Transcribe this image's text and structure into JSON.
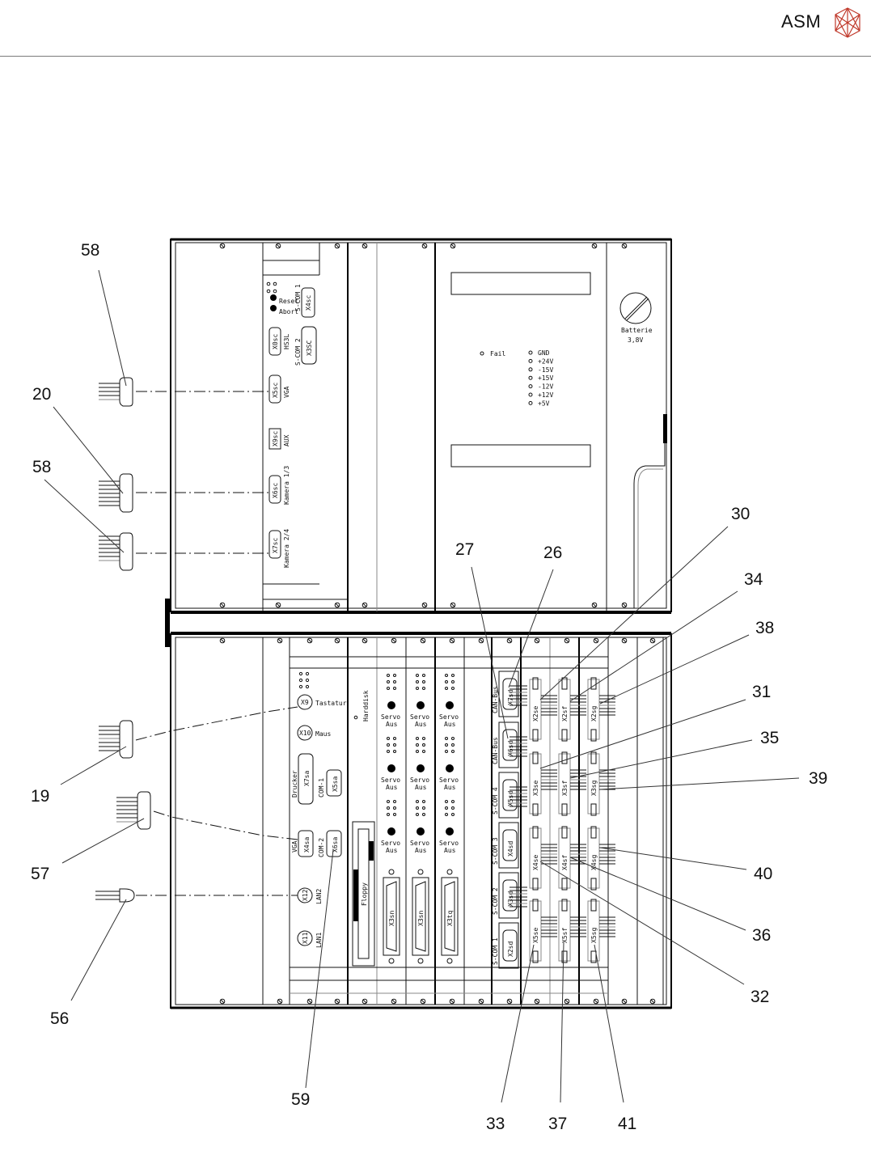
{
  "header": {
    "brand": "ASM",
    "accent_color": "#c0392b",
    "rule_color": "#7a7a7a"
  },
  "upper_rack": {
    "cpu_panel": {
      "leds_label": "",
      "reset_label": "Reset",
      "abort_label": "Abort",
      "connectors": [
        {
          "id": "X4sc",
          "label": "S-COM 1"
        },
        {
          "id": "X0sc",
          "label": "HS3L"
        },
        {
          "id": "X3SC",
          "label": "S-COM 2"
        },
        {
          "id": "X5sc",
          "label": "VGA"
        },
        {
          "id": "X9sc",
          "label": "AUX"
        },
        {
          "id": "X6sc",
          "label": "Kamera 1/3"
        },
        {
          "id": "X7sc",
          "label": "Kamera 2/4"
        }
      ]
    },
    "power_supply": {
      "fail_label": "Fail",
      "voltages": [
        "GND",
        "+24V",
        "-15V",
        "+15V",
        "-12V",
        "+12V",
        "+5V"
      ]
    },
    "battery": {
      "label": "Batterie",
      "voltage": "3,8V"
    }
  },
  "lower_rack": {
    "io_panel": {
      "connectors": [
        {
          "id": "X9",
          "label": "Tastatur"
        },
        {
          "id": "X10",
          "label": "Maus"
        },
        {
          "id": "X7sa",
          "label": "Drucker"
        },
        {
          "id": "X5sa",
          "label": "COM-1"
        },
        {
          "id": "X4sa",
          "label": "VGA"
        },
        {
          "id": "X6sa",
          "label": "COM-2"
        },
        {
          "id": "X12",
          "label": "LAN2"
        },
        {
          "id": "X11",
          "label": "LAN1"
        }
      ]
    },
    "drive_panel": {
      "harddisk_label": "Harddisk",
      "floppy_label": "Floppy"
    },
    "servo_cards": [
      {
        "connector": "X3sn",
        "labels": [
          "Servo Aus",
          "Servo Aus",
          "Servo Aus"
        ]
      },
      {
        "connector": "X3sn",
        "labels": [
          "Servo Aus",
          "Servo Aus",
          "Servo Aus"
        ]
      },
      {
        "connector": "X3tq",
        "labels": [
          "Servo Aus",
          "Servo Aus",
          "Servo Aus"
        ]
      }
    ],
    "scom_panel": {
      "connectors": [
        {
          "id": "X7sd",
          "label": "CAN-Bus"
        },
        {
          "id": "X6sd",
          "label": "CAN-Bus"
        },
        {
          "id": "X5sd",
          "label": "S-COM 4"
        },
        {
          "id": "X4sd",
          "label": "S-COM 3"
        },
        {
          "id": "X3sd",
          "label": "S-COM 2"
        },
        {
          "id": "X2sd",
          "label": "S-COM 1"
        }
      ]
    },
    "io_columns": [
      {
        "name": "e",
        "connectors": [
          "X2se",
          "X3se",
          "X4se",
          "X5se"
        ]
      },
      {
        "name": "f",
        "connectors": [
          "X2sf",
          "X3sf",
          "X4sf",
          "X5sf"
        ]
      },
      {
        "name": "g",
        "connectors": [
          "X2sg",
          "X3sg",
          "X4sg",
          "X5sg"
        ]
      }
    ]
  },
  "callouts": [
    {
      "num": "58",
      "target": "VGA cable plug"
    },
    {
      "num": "20",
      "target": "Kamera 1/3 cable plug"
    },
    {
      "num": "58",
      "target": "Kamera 2/4 cable plug"
    },
    {
      "num": "19",
      "target": "Tastatur cable plug"
    },
    {
      "num": "57",
      "target": "VGA lower cable plug"
    },
    {
      "num": "56",
      "target": "LAN2 cable plug"
    },
    {
      "num": "59",
      "target": "COM-2"
    },
    {
      "num": "27",
      "target": "X6sd"
    },
    {
      "num": "26",
      "target": "X7sd"
    },
    {
      "num": "30",
      "target": "X2se"
    },
    {
      "num": "34",
      "target": "X2sf"
    },
    {
      "num": "38",
      "target": "X2sg"
    },
    {
      "num": "31",
      "target": "X3se"
    },
    {
      "num": "35",
      "target": "X3sf"
    },
    {
      "num": "39",
      "target": "X3sg"
    },
    {
      "num": "40",
      "target": "X4sg"
    },
    {
      "num": "36",
      "target": "X4sf"
    },
    {
      "num": "32",
      "target": "X4se"
    },
    {
      "num": "33",
      "target": "X5se"
    },
    {
      "num": "37",
      "target": "X5sf"
    },
    {
      "num": "41",
      "target": "X5sg"
    }
  ]
}
